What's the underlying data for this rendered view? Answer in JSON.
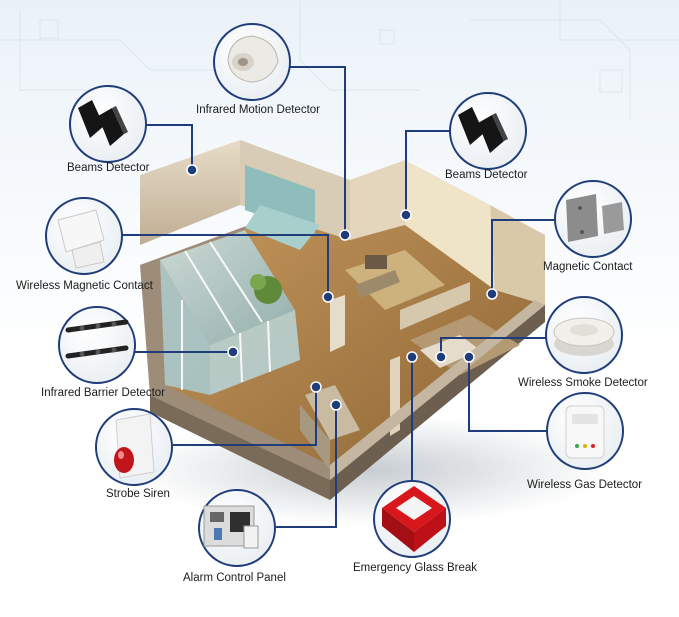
{
  "diagram": {
    "colors": {
      "connector": "#1f3d7a",
      "dot": "#1f3d7a"
    },
    "devices": [
      {
        "id": "infrared-motion-detector",
        "label": "Infrared Motion Detector",
        "icon": "motion-sensor-icon"
      },
      {
        "id": "beams-detector-left",
        "label": "Beams Detector",
        "icon": "beam-sensor-icon"
      },
      {
        "id": "beams-detector-right",
        "label": "Beams Detector",
        "icon": "beam-sensor-icon"
      },
      {
        "id": "wireless-magnetic-contact",
        "label": "Wireless Magnetic Contact",
        "icon": "door-contact-icon"
      },
      {
        "id": "magnetic-contact",
        "label": "Magnetic Contact",
        "icon": "door-contact-icon"
      },
      {
        "id": "infrared-barrier-detector",
        "label": "Infrared Barrier Detector",
        "icon": "barrier-sensor-icon"
      },
      {
        "id": "wireless-smoke-detector",
        "label": "Wireless Smoke Detector",
        "icon": "smoke-detector-icon"
      },
      {
        "id": "strobe-siren",
        "label": "Strobe Siren",
        "icon": "siren-icon"
      },
      {
        "id": "wireless-gas-detector",
        "label": "Wireless Gas Detector",
        "icon": "gas-detector-icon"
      },
      {
        "id": "alarm-control-panel",
        "label": "Alarm Control Panel",
        "icon": "control-panel-icon"
      },
      {
        "id": "emergency-glass-break",
        "label": "Emergency Glass Break",
        "icon": "glass-break-icon"
      }
    ]
  }
}
